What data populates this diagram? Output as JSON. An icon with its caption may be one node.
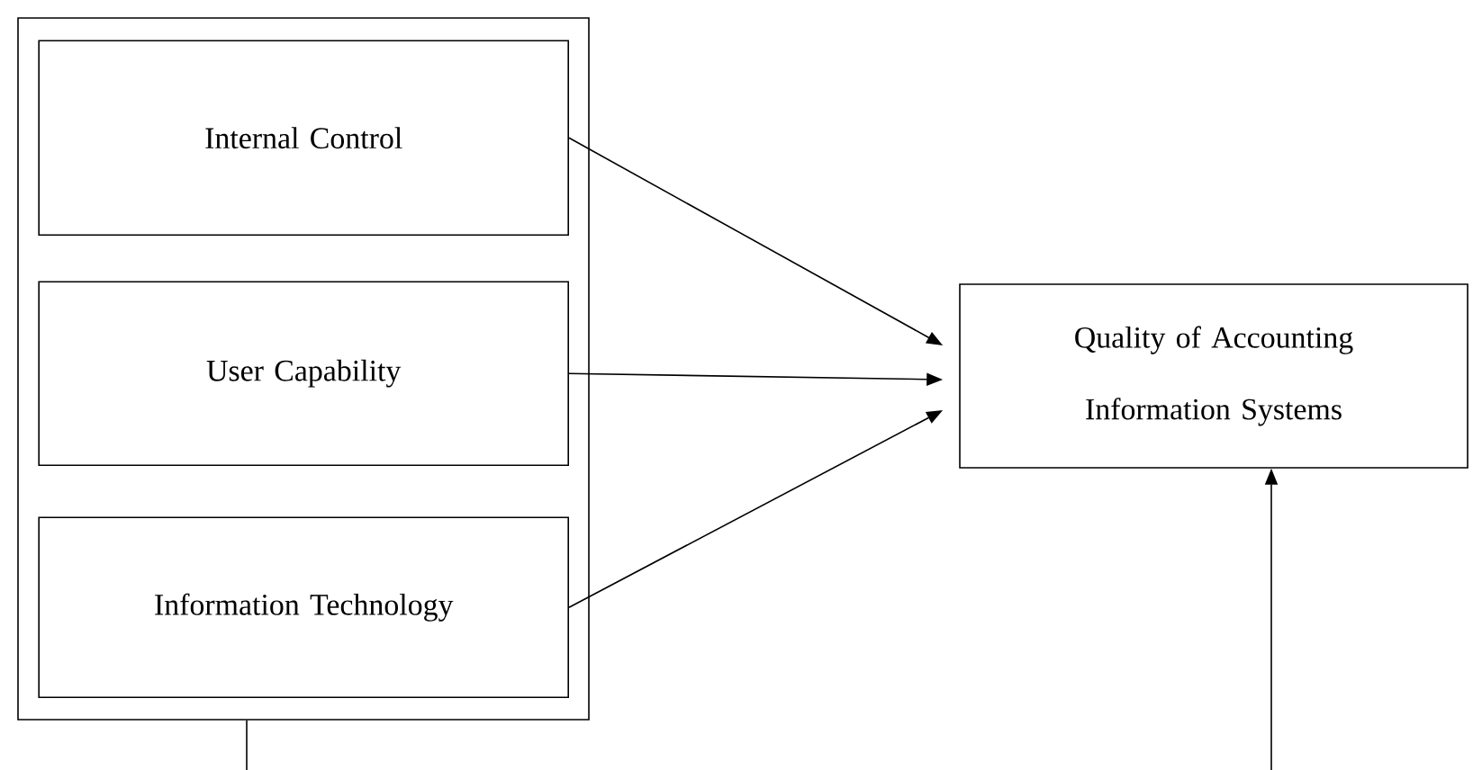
{
  "diagram": {
    "nodes": [
      {
        "text": [],
        "shape": "box"
      },
      {
        "text": [
          "Internal Control"
        ],
        "in": 0
      },
      {
        "text": [
          "User Capability"
        ],
        "in": 0
      },
      {
        "text": [
          "Information Technology"
        ],
        "in": 0
      },
      {
        "text": [
          "Quality of Accounting Information Systems"
        ]
      }
    ],
    "edges": [
      {
        "from": 1,
        "to": 4,
        "arrow": "to"
      },
      {
        "from": 2,
        "to": 4,
        "arrow": "to"
      },
      {
        "from": 3,
        "to": 4,
        "arrow": "to"
      },
      {
        "from": 0,
        "to": null,
        "arrow": "none"
      },
      {
        "from": null,
        "to": 4,
        "arrow": "to"
      }
    ]
  }
}
